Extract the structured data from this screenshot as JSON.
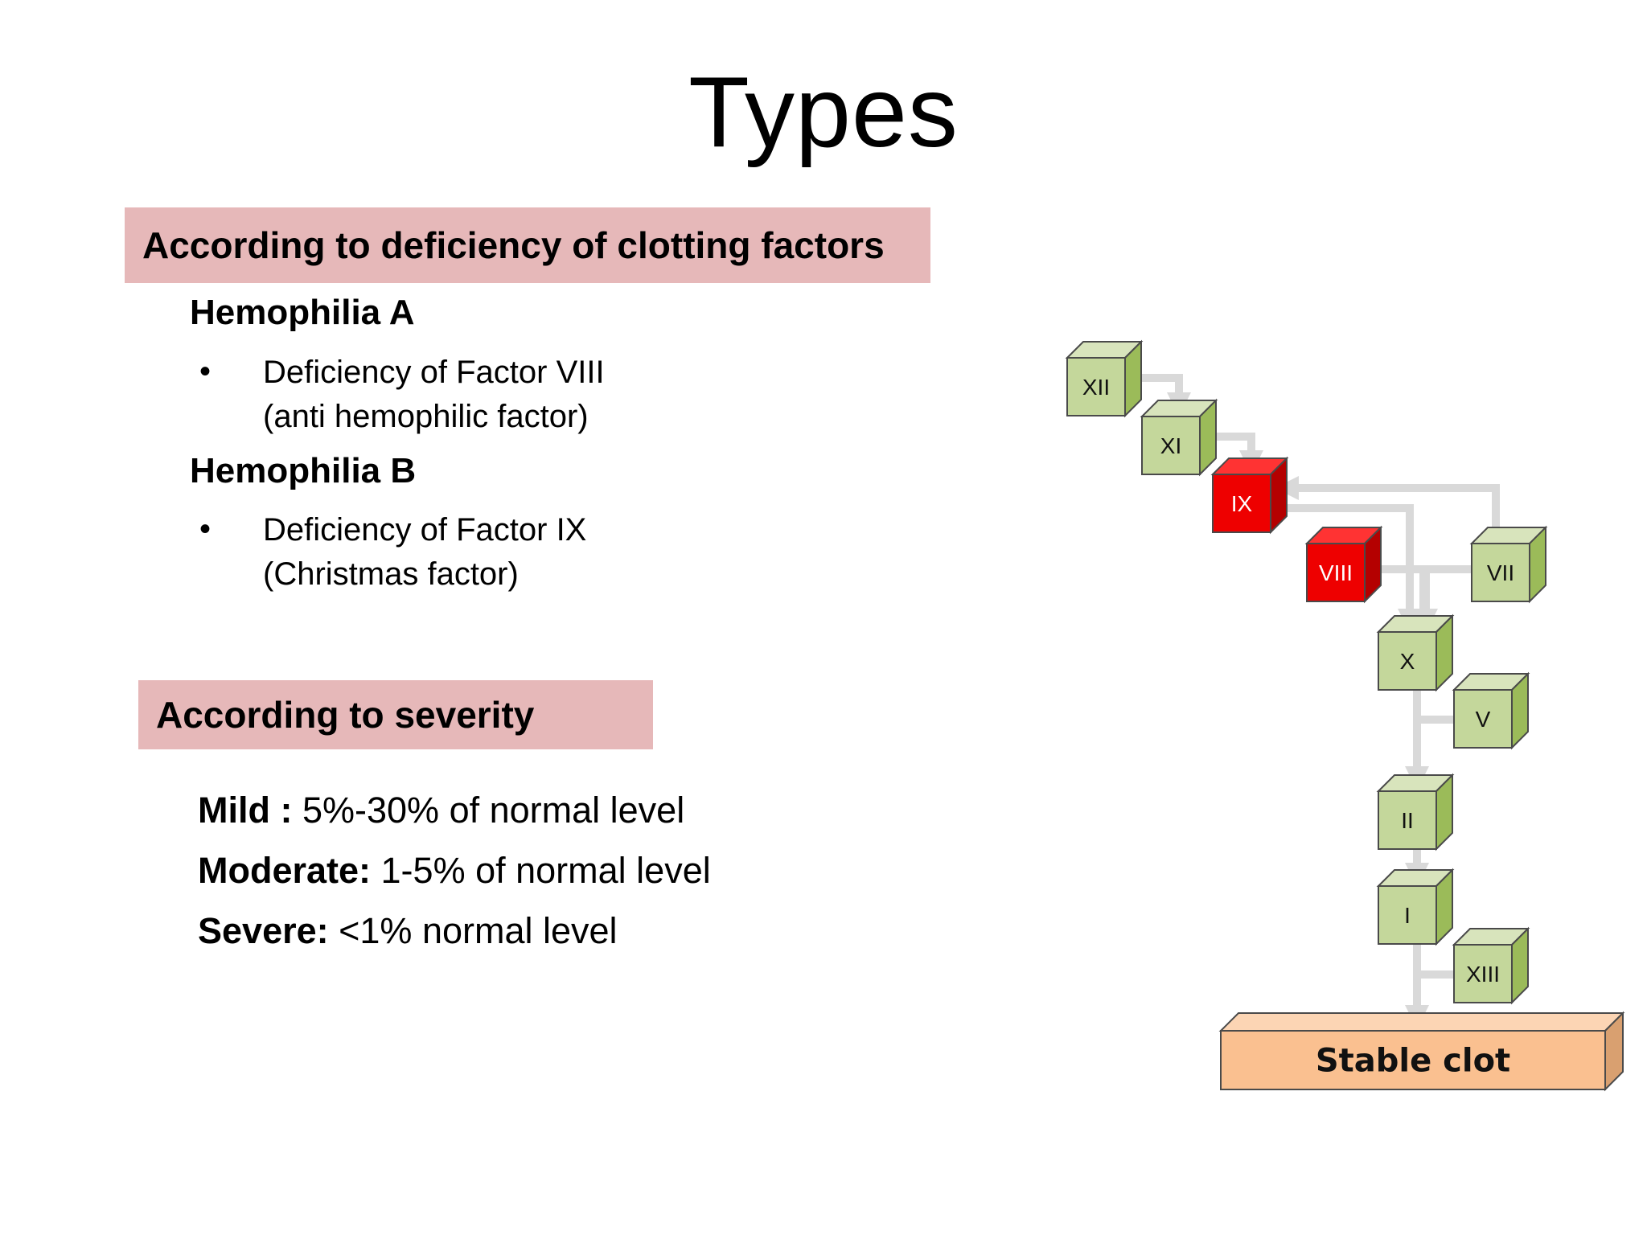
{
  "slide": {
    "title": "Types"
  },
  "deficiency": {
    "heading": "According to deficiency of clotting factors",
    "types": [
      {
        "name": "Hemophilia A",
        "bullet": "•",
        "line1": "Deficiency of Factor VIII",
        "line2": "(anti hemophilic factor)"
      },
      {
        "name": "Hemophilia B",
        "bullet": "•",
        "line1": "Deficiency of Factor IX",
        "line2": "(Christmas factor)"
      }
    ]
  },
  "severity": {
    "heading": "According to severity",
    "levels": [
      {
        "label": "Mild :",
        "text": " 5%-30% of normal level"
      },
      {
        "label": "Moderate:",
        "text": " 1-5% of normal level"
      },
      {
        "label": "Severe:",
        "text": " <1% normal level"
      }
    ]
  },
  "cascade": {
    "colors": {
      "normal_front": "#c4d79b",
      "normal_top": "#d8e4bc",
      "normal_side": "#9bbb59",
      "deficient_front": "#ee0000",
      "deficient_top": "#ff3333",
      "deficient_side": "#b40000",
      "connector": "#d9d9d9",
      "clot_front": "#fac090",
      "clot_top": "#fcd5b4",
      "clot_side": "#d9a070"
    },
    "factors": [
      {
        "id": "xii",
        "label": "XII",
        "deficient": false
      },
      {
        "id": "xi",
        "label": "XI",
        "deficient": false
      },
      {
        "id": "ix",
        "label": "IX",
        "deficient": true
      },
      {
        "id": "viii",
        "label": "VIII",
        "deficient": true
      },
      {
        "id": "vii",
        "label": "VII",
        "deficient": false
      },
      {
        "id": "x",
        "label": "X",
        "deficient": false
      },
      {
        "id": "v",
        "label": "V",
        "deficient": false
      },
      {
        "id": "ii",
        "label": "II",
        "deficient": false
      },
      {
        "id": "i",
        "label": "I",
        "deficient": false
      },
      {
        "id": "xiii",
        "label": "XIII",
        "deficient": false
      }
    ],
    "result": "Stable clot"
  }
}
